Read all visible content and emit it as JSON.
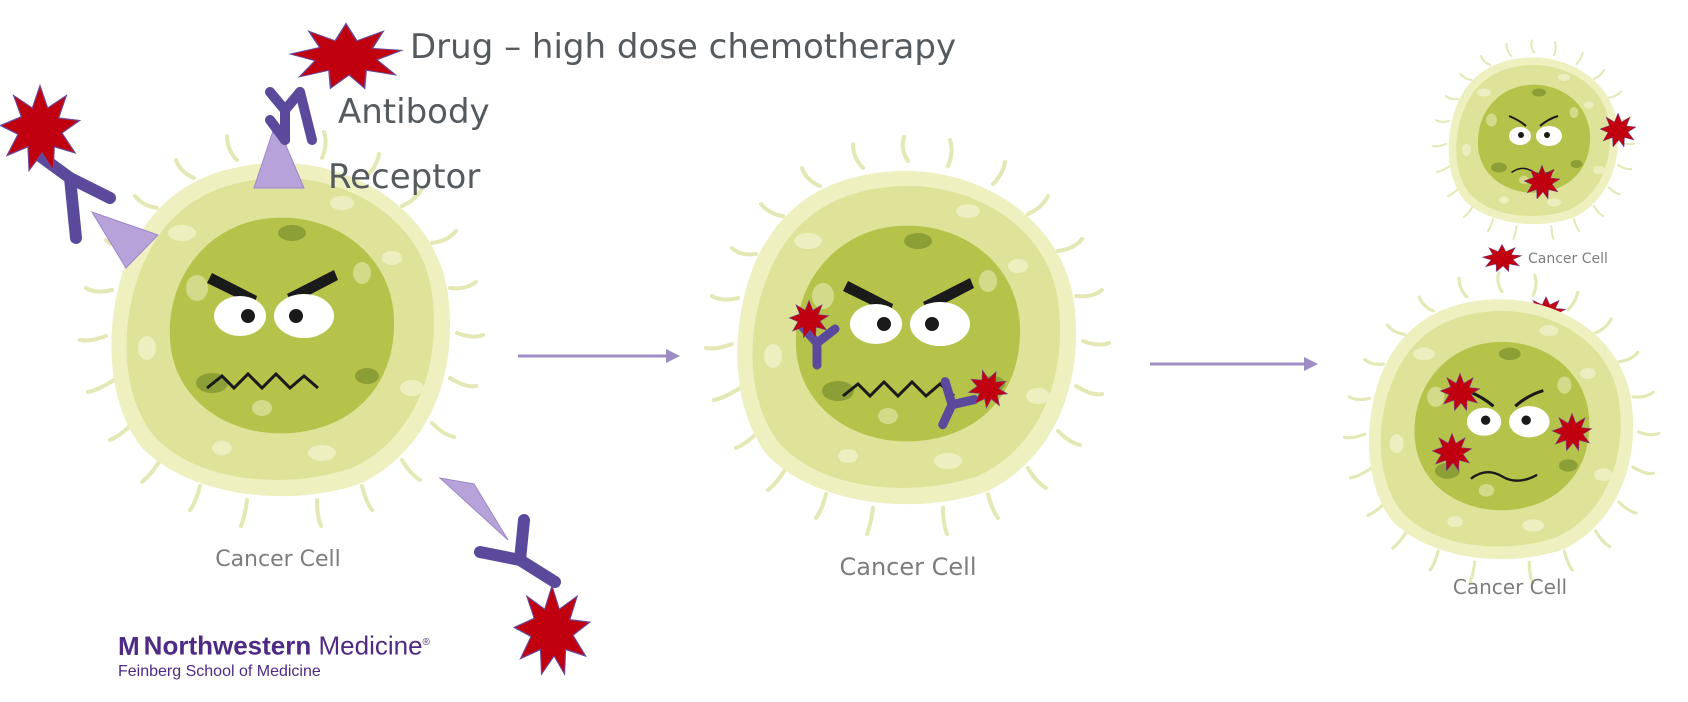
{
  "labels": {
    "drug": "Drug – high dose chemotherapy",
    "antibody": "Antibody",
    "receptor": "Receptor"
  },
  "cells": {
    "left_caption": "Cancer Cell",
    "middle_caption": "Cancer Cell",
    "right_bottom_caption": "Cancer Cell",
    "right_top_caption": "Cancer Cell"
  },
  "logo": {
    "mark": "M",
    "name": "Northwestern",
    "suffix": "Medicine",
    "registered": "®",
    "school": "Feinberg School of Medicine"
  },
  "colors": {
    "drug": "#c0000f",
    "antibody": "#5b4a9c",
    "receptor": "#b7a3d9",
    "cell_outer": "#eef0c0",
    "cell_mid": "#dfe39a",
    "cell_nucleus": "#b6c34a",
    "arrow": "#9e8cc4",
    "brand": "#4e2a84"
  }
}
